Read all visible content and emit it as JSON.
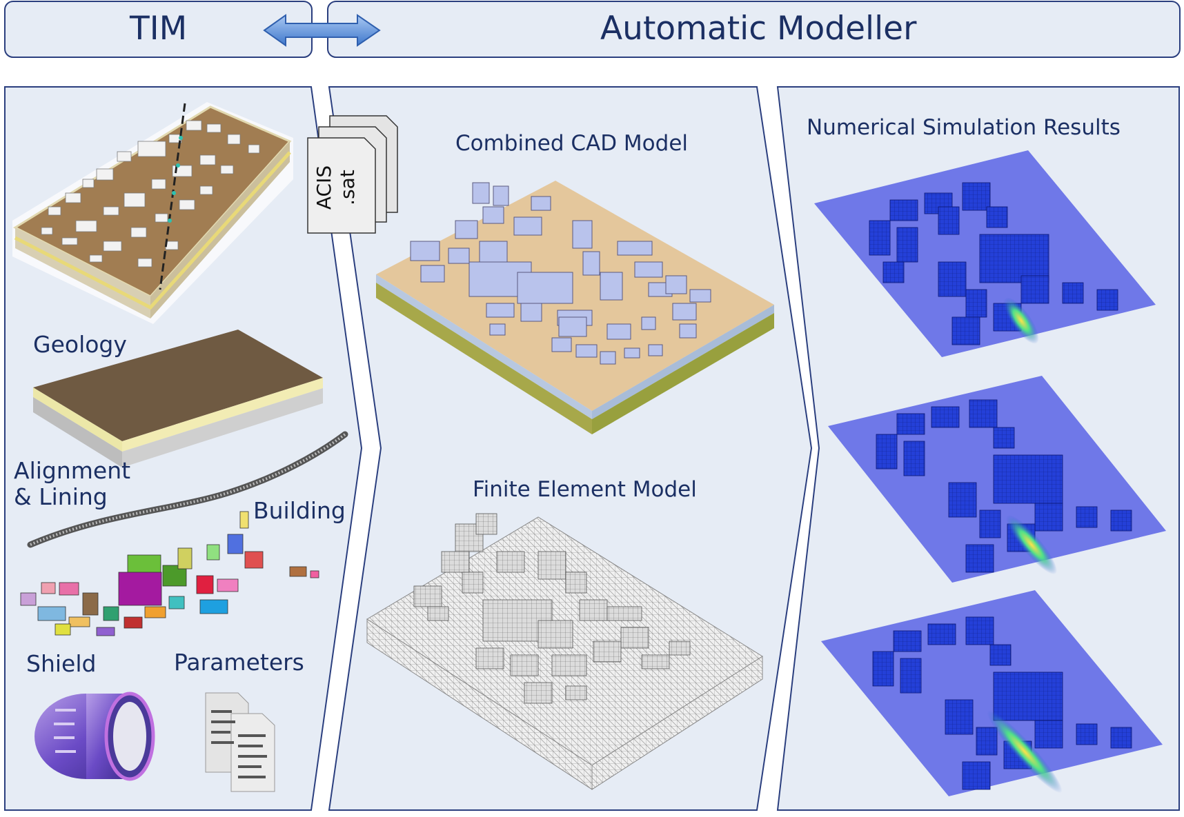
{
  "header": {
    "tim_label": "TIM",
    "modeller_label": "Automatic Modeller"
  },
  "left_panel": {
    "geology_label": "Geology",
    "alignment_label_line1": "Alignment",
    "alignment_label_line2": "& Lining",
    "building_label": "Building",
    "shield_label": "Shield",
    "parameters_label": "Parameters"
  },
  "file_stack": {
    "line1": "ACIS",
    "line2": ".sat"
  },
  "middle_panel": {
    "cad_title": "Combined CAD Model",
    "fe_title": "Finite Element Model"
  },
  "right_panel": {
    "title": "Numerical Simulation Results"
  },
  "colors": {
    "panel_fill": "#e6ecf5",
    "panel_stroke": "#2a3e7e",
    "text": "#1b2f63",
    "arrow": "#5a8fd6",
    "soil_top": "#7a6449",
    "sand_layer": "#e9e3a6",
    "cad_building": "#b9c3ec",
    "sim_plane": "#6f78e8",
    "sim_building": "#1f3cd6"
  }
}
